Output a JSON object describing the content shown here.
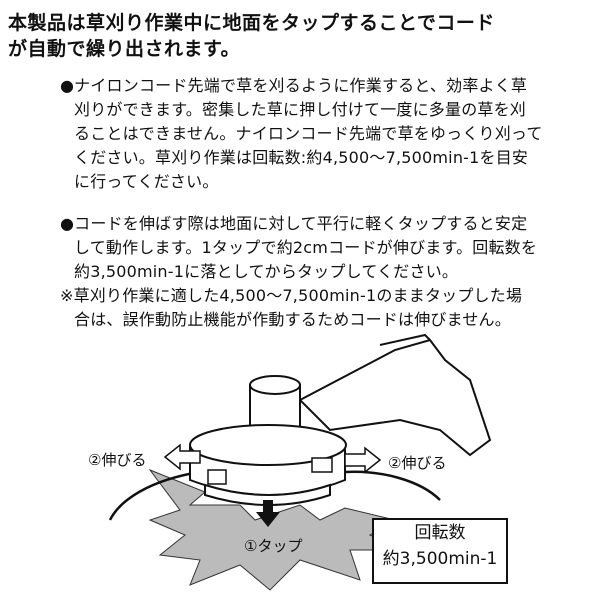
{
  "title_lines": [
    "本製品は草刈り作業中に地面をタップすることでコード",
    "が自動で繰り出されます。"
  ],
  "bullet1_lines": [
    "●ナイロンコード先端で草を刈るように作業すると、効率よく草",
    "刈りができます。密集した草に押し付けて一度に多量の草を刈",
    "ることはできません。ナイロンコード先端で草をゆっくり刈って",
    "ください。草刈り作業は回転数:約4,500～7,500min-1を目安",
    "に行ってください。"
  ],
  "bullet2_lines": [
    "●コードを伸ばす際は地面に対して平行に軽くタップすると安定",
    "して動作します。1タップで約2cmコードが伸びます。回転数を",
    "約3,500min-1に落としてからタップしてください。"
  ],
  "note_lines": [
    "※草刈り作業に適した4,500～7,500min-1のままタップした場",
    "合は、誤作動防止機能が作動するためコードは伸びません。"
  ],
  "illustration": {
    "extend_left": "②伸びる",
    "extend_right": "②伸びる",
    "tap": "①タップ",
    "rpm_label": "回転数",
    "rpm_value": "約3,500min-1"
  }
}
